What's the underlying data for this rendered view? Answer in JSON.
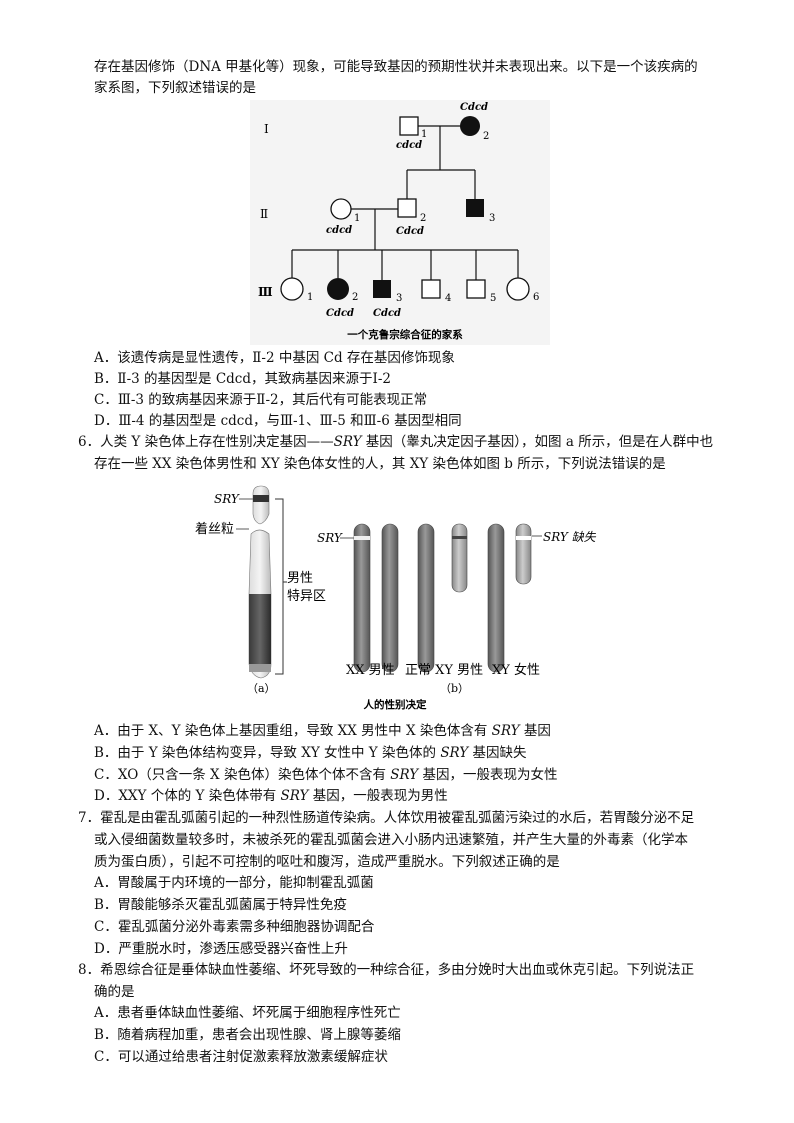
{
  "intro": {
    "l1": "存在基因修饰（DNA 甲基化等）现象，可能导致基因的预期性状并未表现出来。以下是一个该疾病的",
    "l2": "家系图，下列叙述错误的是"
  },
  "pedigree": {
    "gen1": "I",
    "gen2": "Ⅱ",
    "gen3": "Ⅲ",
    "g_cdcd": "cdcd",
    "g_Cdcd": "Cdcd",
    "n1": "1",
    "n2": "2",
    "n3": "3",
    "n4": "4",
    "n5": "5",
    "n6": "6",
    "caption": "一个克鲁宗综合征的家系"
  },
  "q5": {
    "A": "A．该遗传病是显性遗传，Ⅱ-2 中基因 Cd 存在基因修饰现象",
    "B": "B．Ⅱ-3 的基因型是 Cdcd，其致病基因来源于Ⅰ-2",
    "C": "C．Ⅲ-3 的致病基因来源于Ⅱ-2，其后代有可能表现正常",
    "D": "D．Ⅲ-4 的基因型是 cdcd，与Ⅲ-1、Ⅲ-5 和Ⅲ-6 基因型相同"
  },
  "q6": {
    "num": "6．",
    "l1a": "人类 Y 染色体上存在性别决定基因——",
    "sry": "SRY",
    "l1b": " 基因（睾丸决定因子基因），如图 a 所示，但是在人群中也",
    "l2": "存在一些 XX 染色体男性和 XY 染色体女性的人，其 XY 染色体如图 b 所示，下列说法错误的是",
    "fig": {
      "sry": "SRY",
      "centromere": "着丝粒",
      "male_region_1": "男性",
      "male_region_2": "特异区",
      "sry_missing": "SRY 缺失",
      "label_a": "（a）",
      "label_b": "（b）",
      "xx_male": "XX 男性",
      "normal_xy": "正常 XY 男性",
      "xy_female": "XY 女性",
      "caption": "人的性别决定"
    },
    "A1": "A．由于 X、Y 染色体上基因重组，导致 XX 男性中 X 染色体含有 ",
    "A2": " 基因",
    "B1": "B．由于 Y 染色体结构变异，导致 XY 女性中 Y 染色体的 ",
    "B2": " 基因缺失",
    "C1": "C．XO（只含一条 X 染色体）染色体个体不含有 ",
    "C2": " 基因，一般表现为女性",
    "D1": "D．XXY 个体的 Y 染色体带有 ",
    "D2": " 基因，一般表现为男性"
  },
  "q7": {
    "num": "7．",
    "l1": "霍乱是由霍乱弧菌引起的一种烈性肠道传染病。人体饮用被霍乱弧菌污染过的水后，若胃酸分泌不足",
    "l2": "或入侵细菌数量较多时，未被杀死的霍乱弧菌会进入小肠内迅速繁殖，并产生大量的外毒素（化学本",
    "l3": "质为蛋白质），引起不可控制的呕吐和腹泻，造成严重脱水。下列叙述正确的是",
    "A": "A．胃酸属于内环境的一部分，能抑制霍乱弧菌",
    "B": "B．胃酸能够杀灭霍乱弧菌属于特异性免疫",
    "C": "C．霍乱弧菌分泌外毒素需多种细胞器协调配合",
    "D": "D．严重脱水时，渗透压感受器兴奋性上升"
  },
  "q8": {
    "num": "8．",
    "l1": "希恩综合征是垂体缺血性萎缩、坏死导致的一种综合征，多由分娩时大出血或休克引起。下列说法正",
    "l2": "确的是",
    "A": "A．患者垂体缺血性萎缩、坏死属于细胞程序性死亡",
    "B": "B．随着病程加重，患者会出现性腺、肾上腺等萎缩",
    "C": "C．可以通过给患者注射促激素释放激素缓解症状"
  }
}
